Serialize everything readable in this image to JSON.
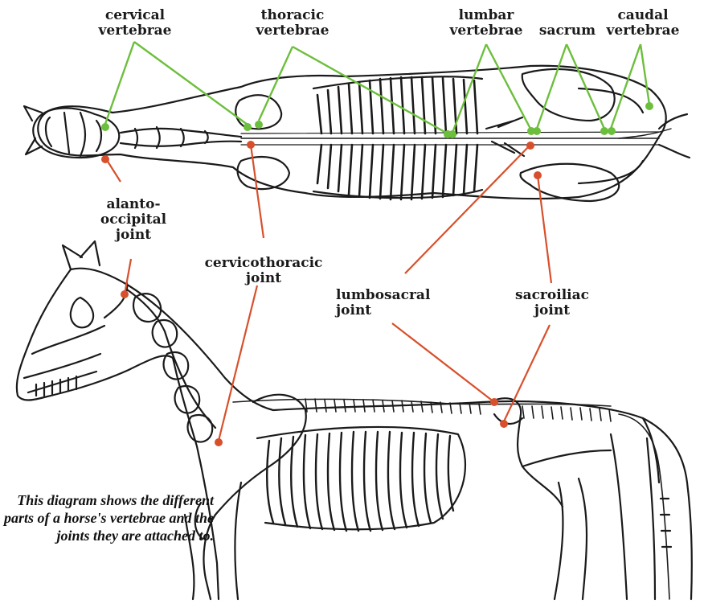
{
  "colors": {
    "vertebra_callout": "#6cbf3c",
    "joint_callout": "#d8502b",
    "outline": "#1a1a1a"
  },
  "labels": {
    "cervical_vertebrae": [
      "cervical",
      "vertebrae"
    ],
    "thoracic_vertebrae": [
      "thoracic",
      "vertebrae"
    ],
    "lumbar_vertebrae": [
      "lumbar",
      "vertebrae"
    ],
    "sacrum": [
      "sacrum"
    ],
    "caudal_vertebrae": [
      "caudal",
      "vertebrae"
    ],
    "alanto_occipital_joint": [
      "alanto-",
      "occipital",
      "joint"
    ],
    "cervicothoracic_joint": [
      "cervicothoracic",
      "joint"
    ],
    "lumbosacral_joint": [
      "lumbosacral",
      "joint"
    ],
    "sacroiliac_joint": [
      "sacroiliac",
      "joint"
    ]
  },
  "caption": "This diagram shows the different parts of a horse's vertebrae and the joints they are attached to."
}
